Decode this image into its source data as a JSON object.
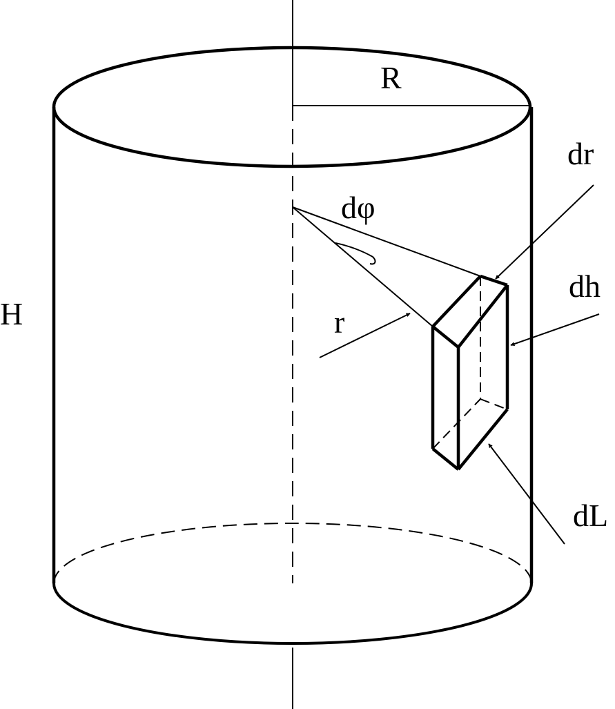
{
  "labels": {
    "radius": "R",
    "height": "H",
    "angle": "dφ",
    "element_radius": "r",
    "radial_thickness": "dr",
    "element_height": "dh",
    "arc_length": "dL"
  },
  "colors": {
    "ink": "#000000",
    "background": "#ffffff"
  }
}
